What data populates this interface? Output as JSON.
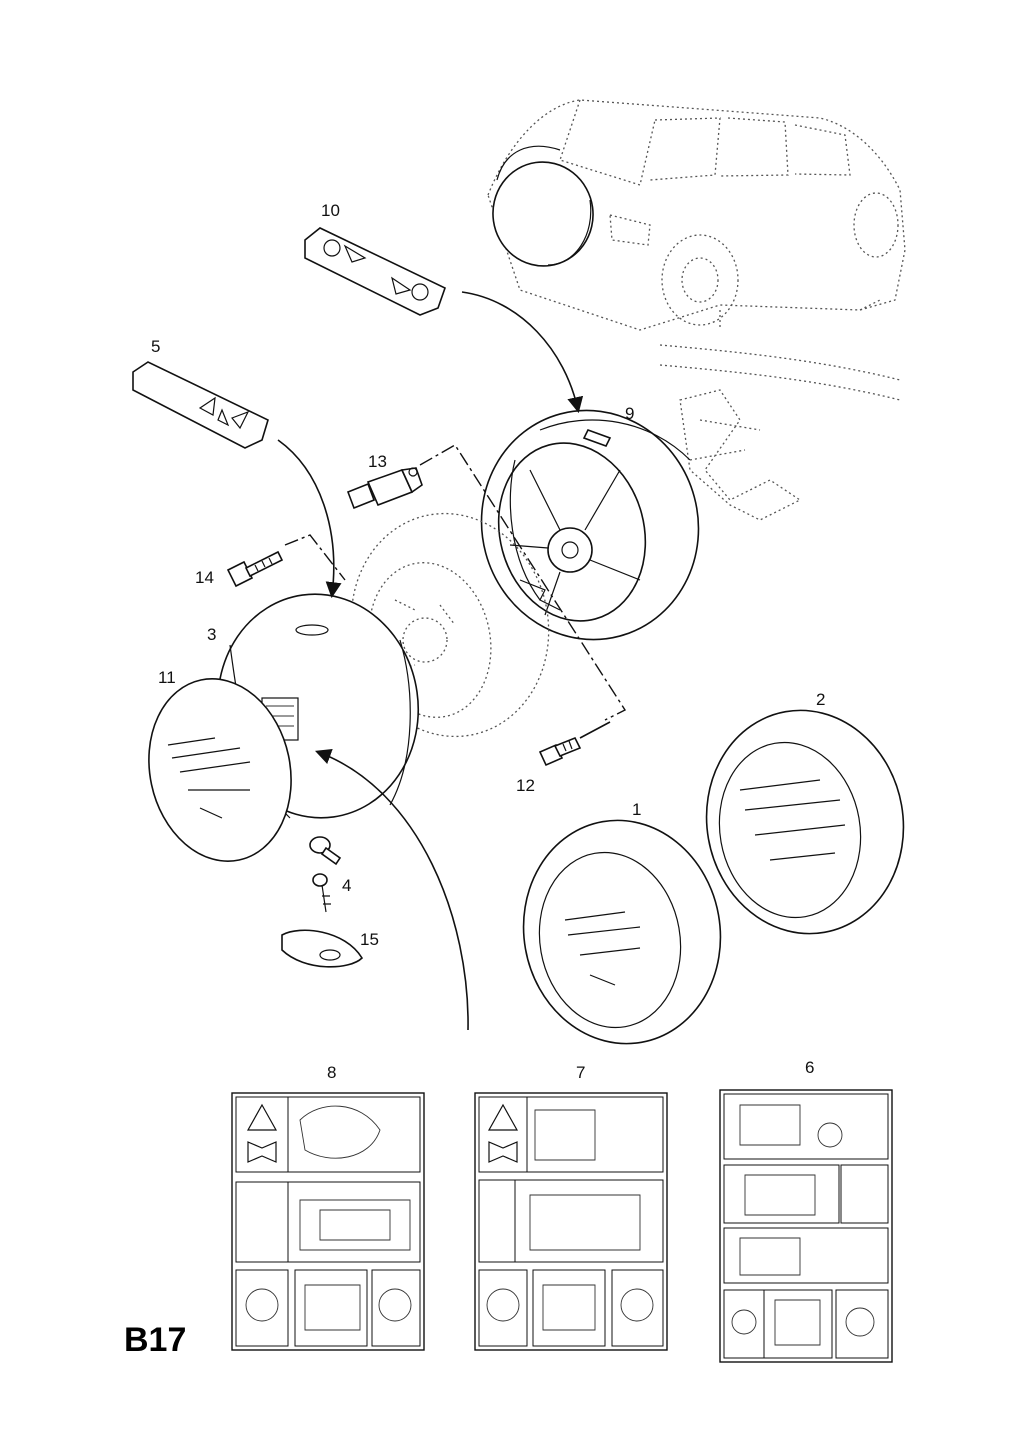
{
  "page_code": "B17",
  "callouts": {
    "c1": "1",
    "c2": "2",
    "c3": "3",
    "c4": "4",
    "c5": "5",
    "c6": "6",
    "c7": "7",
    "c8": "8",
    "c9": "9",
    "c10": "10",
    "c11": "11",
    "c12": "12",
    "c13": "13",
    "c14": "14",
    "c15": "15"
  },
  "line_color": "#111111",
  "ghost_color": "#555555"
}
